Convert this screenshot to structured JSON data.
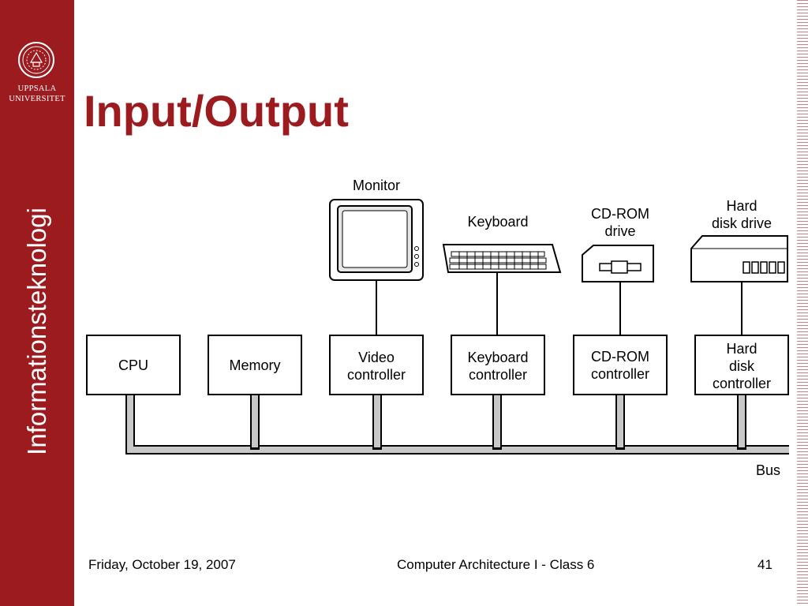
{
  "sidebar": {
    "university_line1": "UPPSALA",
    "university_line2": "UNIVERSITET",
    "department": "Informationsteknologi",
    "seal_icon": "university-seal-icon",
    "accent_color": "#9b1b1f"
  },
  "slide": {
    "title": "Input/Output"
  },
  "diagram": {
    "devices": {
      "monitor": "Monitor",
      "keyboard": "Keyboard",
      "cdrom_line1": "CD-ROM",
      "cdrom_line2": "drive",
      "harddisk_line1": "Hard",
      "harddisk_line2": "disk drive"
    },
    "boxes": {
      "cpu": "CPU",
      "memory": "Memory",
      "video_line1": "Video",
      "video_line2": "controller",
      "keyboard_line1": "Keyboard",
      "keyboard_line2": "controller",
      "cdrom_line1": "CD-ROM",
      "cdrom_line2": "controller",
      "harddisk_line1": "Hard",
      "harddisk_line2": "disk",
      "harddisk_line3": "controller"
    },
    "bus_label": "Bus"
  },
  "footer": {
    "date": "Friday, October 19, 2007",
    "course": "Computer Architecture I - Class 6",
    "page_number": "41"
  }
}
